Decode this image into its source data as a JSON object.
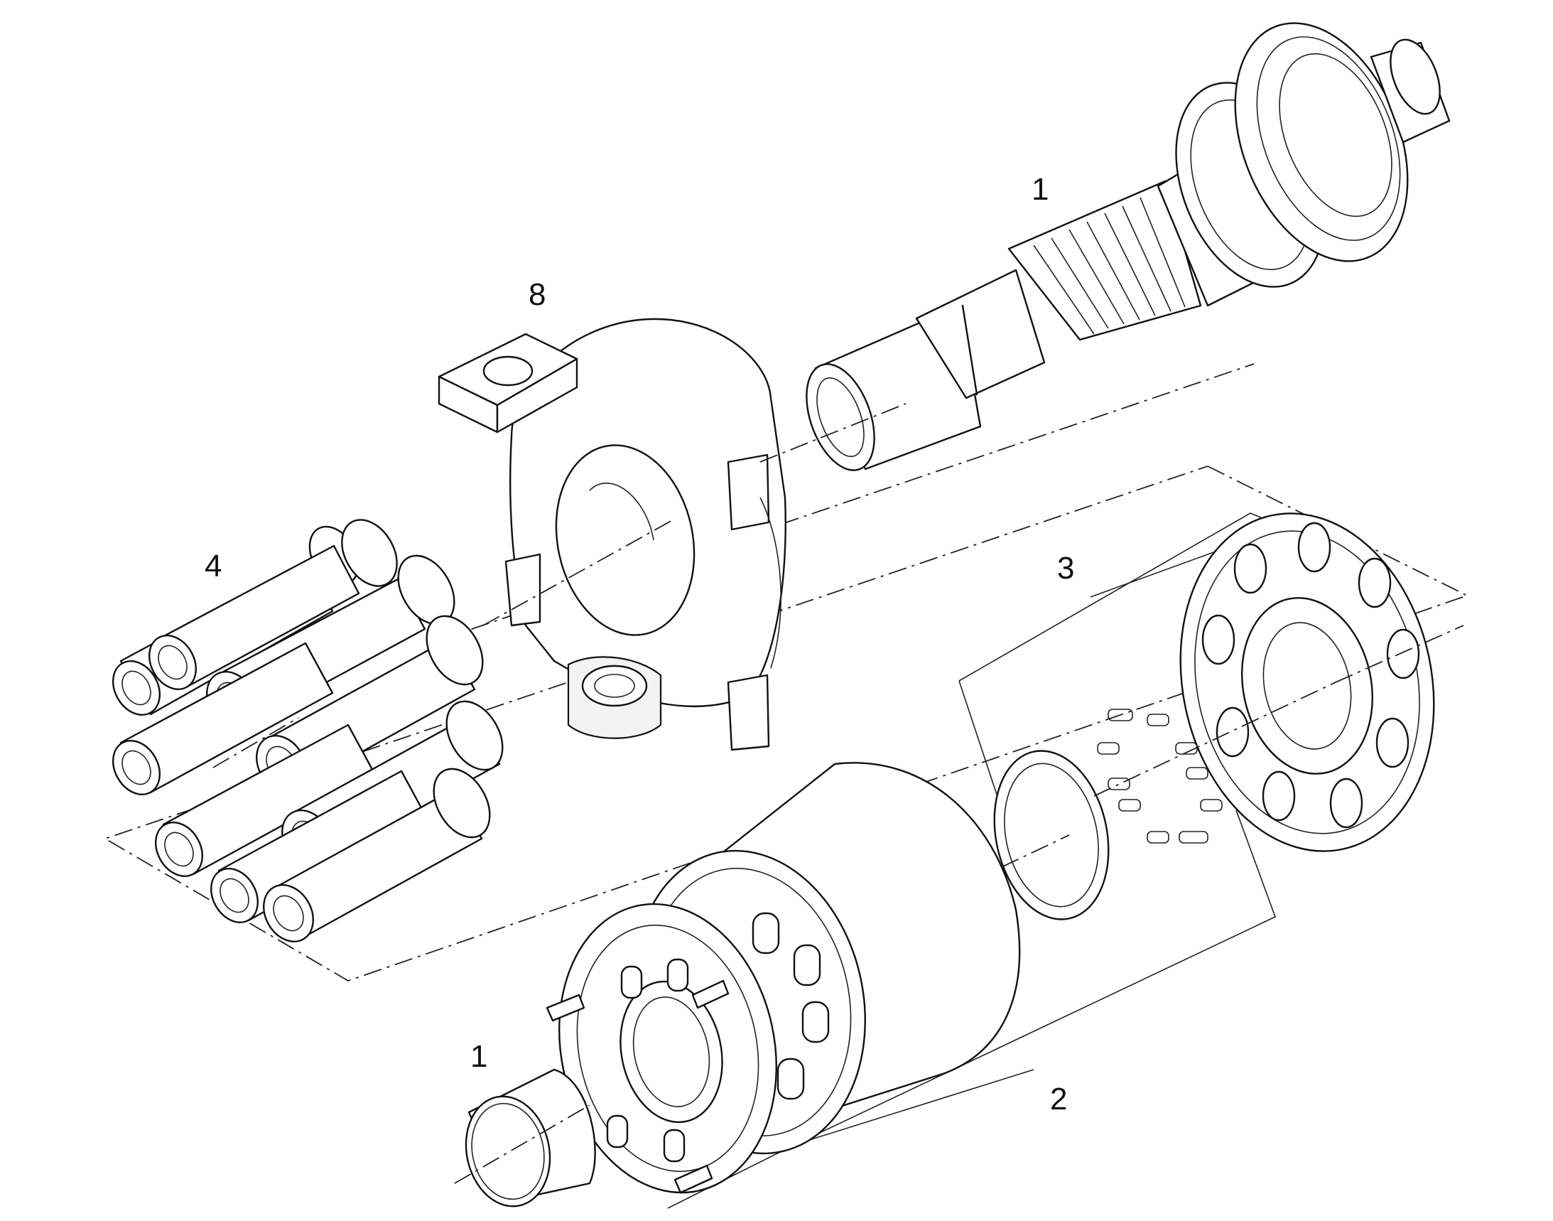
{
  "diagram": {
    "callouts": [
      {
        "id": "shaft",
        "text": "1"
      },
      {
        "id": "swashplate",
        "text": "8"
      },
      {
        "id": "pistons",
        "text": "4"
      },
      {
        "id": "retainer-kit",
        "text": "3"
      },
      {
        "id": "bushing",
        "text": "1"
      },
      {
        "id": "cylinder-kit",
        "text": "2"
      }
    ],
    "colors": {
      "line": "#111111",
      "background": "#ffffff"
    }
  }
}
